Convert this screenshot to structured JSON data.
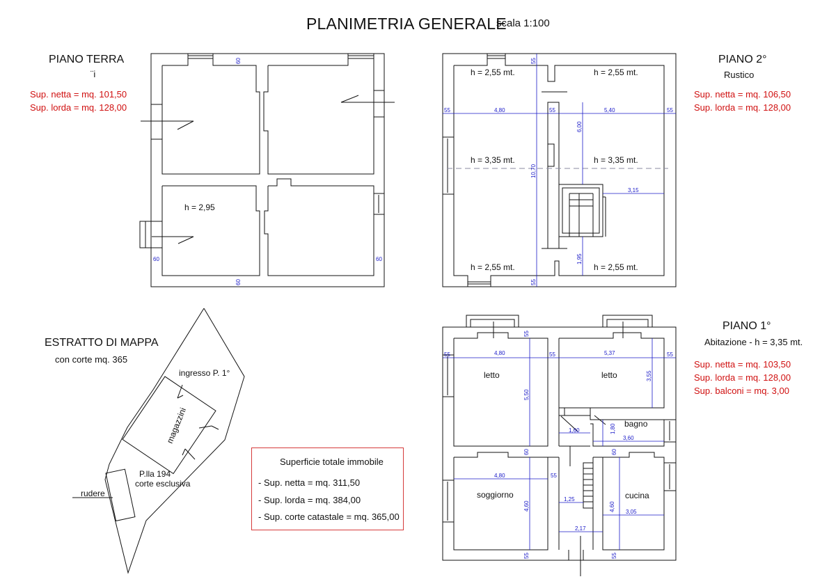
{
  "header": {
    "title": "PLANIMETRIA GENERALE",
    "scale": "scala 1:100"
  },
  "piano_terra": {
    "title": "PIANO TERRA",
    "mark": "¨i",
    "sup_netta": "Sup. netta = mq. 101,50",
    "sup_lorda": "Sup. lorda = mq. 128,00",
    "height": "h = 2,95",
    "dims": {
      "top": "60",
      "left": "60",
      "right": "60",
      "bottom": "60"
    }
  },
  "piano_2": {
    "title": "PIANO 2°",
    "subtitle": "Rustico",
    "sup_netta": "Sup. netta = mq. 106,50",
    "sup_lorda": "Sup. lorda = mq. 128,00",
    "heights": {
      "tl": "h = 2,55 mt.",
      "tr": "h = 2,55 mt.",
      "ml": "h = 3,35 mt.",
      "mr": "h = 3,35 mt.",
      "bl": "h = 2,55 mt.",
      "br": "h = 2,55 mt."
    },
    "dims": {
      "w_left": "4,80",
      "w_right": "5,40",
      "wall_l": "55",
      "wall_m": "55",
      "wall_r": "55",
      "wall_t": "55",
      "wall_b": "55",
      "total_h": "10,70",
      "right_h": "6,00",
      "stair_w": "3,15",
      "lower_h": "1,95"
    }
  },
  "piano_1": {
    "title": "PIANO 1°",
    "subtitle": "Abitazione - h = 3,35 mt.",
    "sup_netta": "Sup. netta = mq. 103,50",
    "sup_lorda": "Sup. lorda = mq. 128,00",
    "sup_balconi": "Sup. balconi = mq. 3,00",
    "rooms": {
      "letto_l": "letto",
      "letto_r": "letto",
      "bagno": "bagno",
      "soggiorno": "soggiorno",
      "cucina": "cucina"
    },
    "dims": {
      "w_tl": "4,80",
      "w_tr": "5,37",
      "wall_l": "55",
      "wall_m": "55",
      "wall_r": "55",
      "h_letto": "5,50",
      "h_letto_r": "3,55",
      "corr_w": "1,60",
      "bagno_h": "1,80",
      "bagno_w": "3,60",
      "wall_mid_l": "60",
      "wall_mid_r": "60",
      "w_bl": "4,80",
      "wall_ml": "55",
      "h_sogg": "4,60",
      "stair_w": "1,25",
      "h_cuc": "4,60",
      "w_cuc": "3,05",
      "ent_w": "2,17",
      "wall_bl": "55",
      "wall_br": "55",
      "wall_tm": "55"
    }
  },
  "mappa": {
    "title": "ESTRATTO DI MAPPA",
    "subtitle": "con corte mq. 365",
    "ingresso": "ingresso P. 1°",
    "magazzini": "magazzini",
    "plla": "P.lla 194",
    "corte": "corte esclusiva",
    "rudere": "rudere"
  },
  "summary": {
    "title": "Superficie totale immobile",
    "netta": "- Sup. netta = mq. 311,50",
    "lorda": "- Sup. lorda = mq. 384,00",
    "corte": "- Sup. corte catastale = mq. 365,00"
  },
  "colors": {
    "text_red": "#d01010",
    "dimension_blue": "#1a1ac8",
    "box_border": "#d53a3a",
    "line": "#111111"
  }
}
